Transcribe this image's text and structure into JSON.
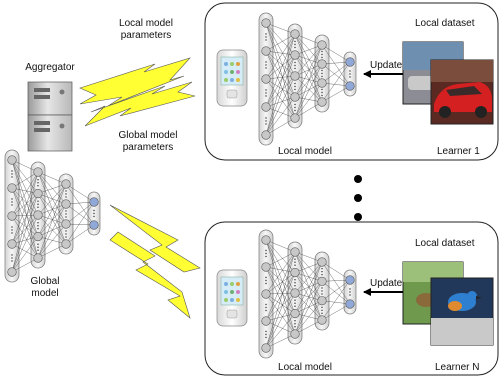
{
  "aggregator": {
    "label": "Aggregator",
    "local_params_label": [
      "Local model",
      "parameters"
    ],
    "global_params_label": [
      "Global model",
      "parameters"
    ]
  },
  "global_model": {
    "label": [
      "Global",
      "model"
    ]
  },
  "learners": [
    {
      "name": "Learner 1",
      "dataset_label": "Local dataset",
      "update_label": "Update",
      "model_label": "Local model",
      "image": "red-car-photos"
    },
    {
      "name": "Learner N",
      "dataset_label": "Local dataset",
      "update_label": "Update",
      "model_label": "Local model",
      "image": "bird-photos"
    }
  ],
  "colors": {
    "lightning": "#ffff33",
    "node": "#c8c8c8",
    "output_node": "#8fa8d8",
    "panel_border": "#222222"
  }
}
